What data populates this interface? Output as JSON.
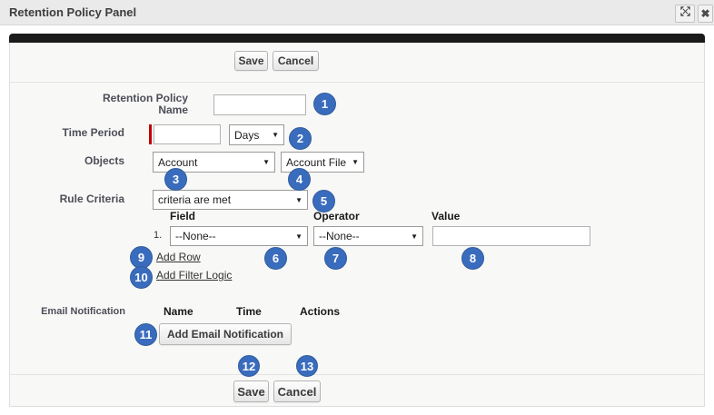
{
  "window": {
    "title": "Retention Policy Panel"
  },
  "toolbar_top": {
    "save_label": "Save",
    "cancel_label": "Cancel"
  },
  "form": {
    "retention_policy_name": {
      "label": "Retention Policy Name",
      "value": "",
      "marker": "1"
    },
    "time_period": {
      "label": "Time Period",
      "value": "",
      "unit_selected": "Days",
      "marker": "2"
    },
    "objects": {
      "label": "Objects",
      "object_selected": "Account",
      "object_marker": "3",
      "file_selected": "Account File",
      "file_marker": "4"
    },
    "rule_criteria": {
      "label": "Rule Criteria",
      "selected": "criteria are met",
      "marker": "5",
      "columns": [
        "Field",
        "Operator",
        "Value"
      ],
      "rows": [
        {
          "index": "1.",
          "field": "--None--",
          "operator": "--None--",
          "value": ""
        }
      ],
      "field_marker": "6",
      "operator_marker": "7",
      "value_marker": "8",
      "add_row_label": "Add Row",
      "add_row_marker": "9",
      "add_filter_logic_label": "Add Filter Logic",
      "add_filter_logic_marker": "10"
    },
    "email_notification": {
      "label": "Email Notification",
      "columns": [
        "Name",
        "Time",
        "Actions"
      ],
      "add_button_label": "Add Email Notification",
      "add_button_marker": "11"
    }
  },
  "toolbar_bottom": {
    "save_label": "Save",
    "save_marker": "12",
    "cancel_label": "Cancel",
    "cancel_marker": "13"
  },
  "colors": {
    "badge_blue": "#3a6cbe",
    "required_red": "#c00000",
    "bar_black": "#1b1b1b"
  },
  "dropdown_arrow": "▼"
}
